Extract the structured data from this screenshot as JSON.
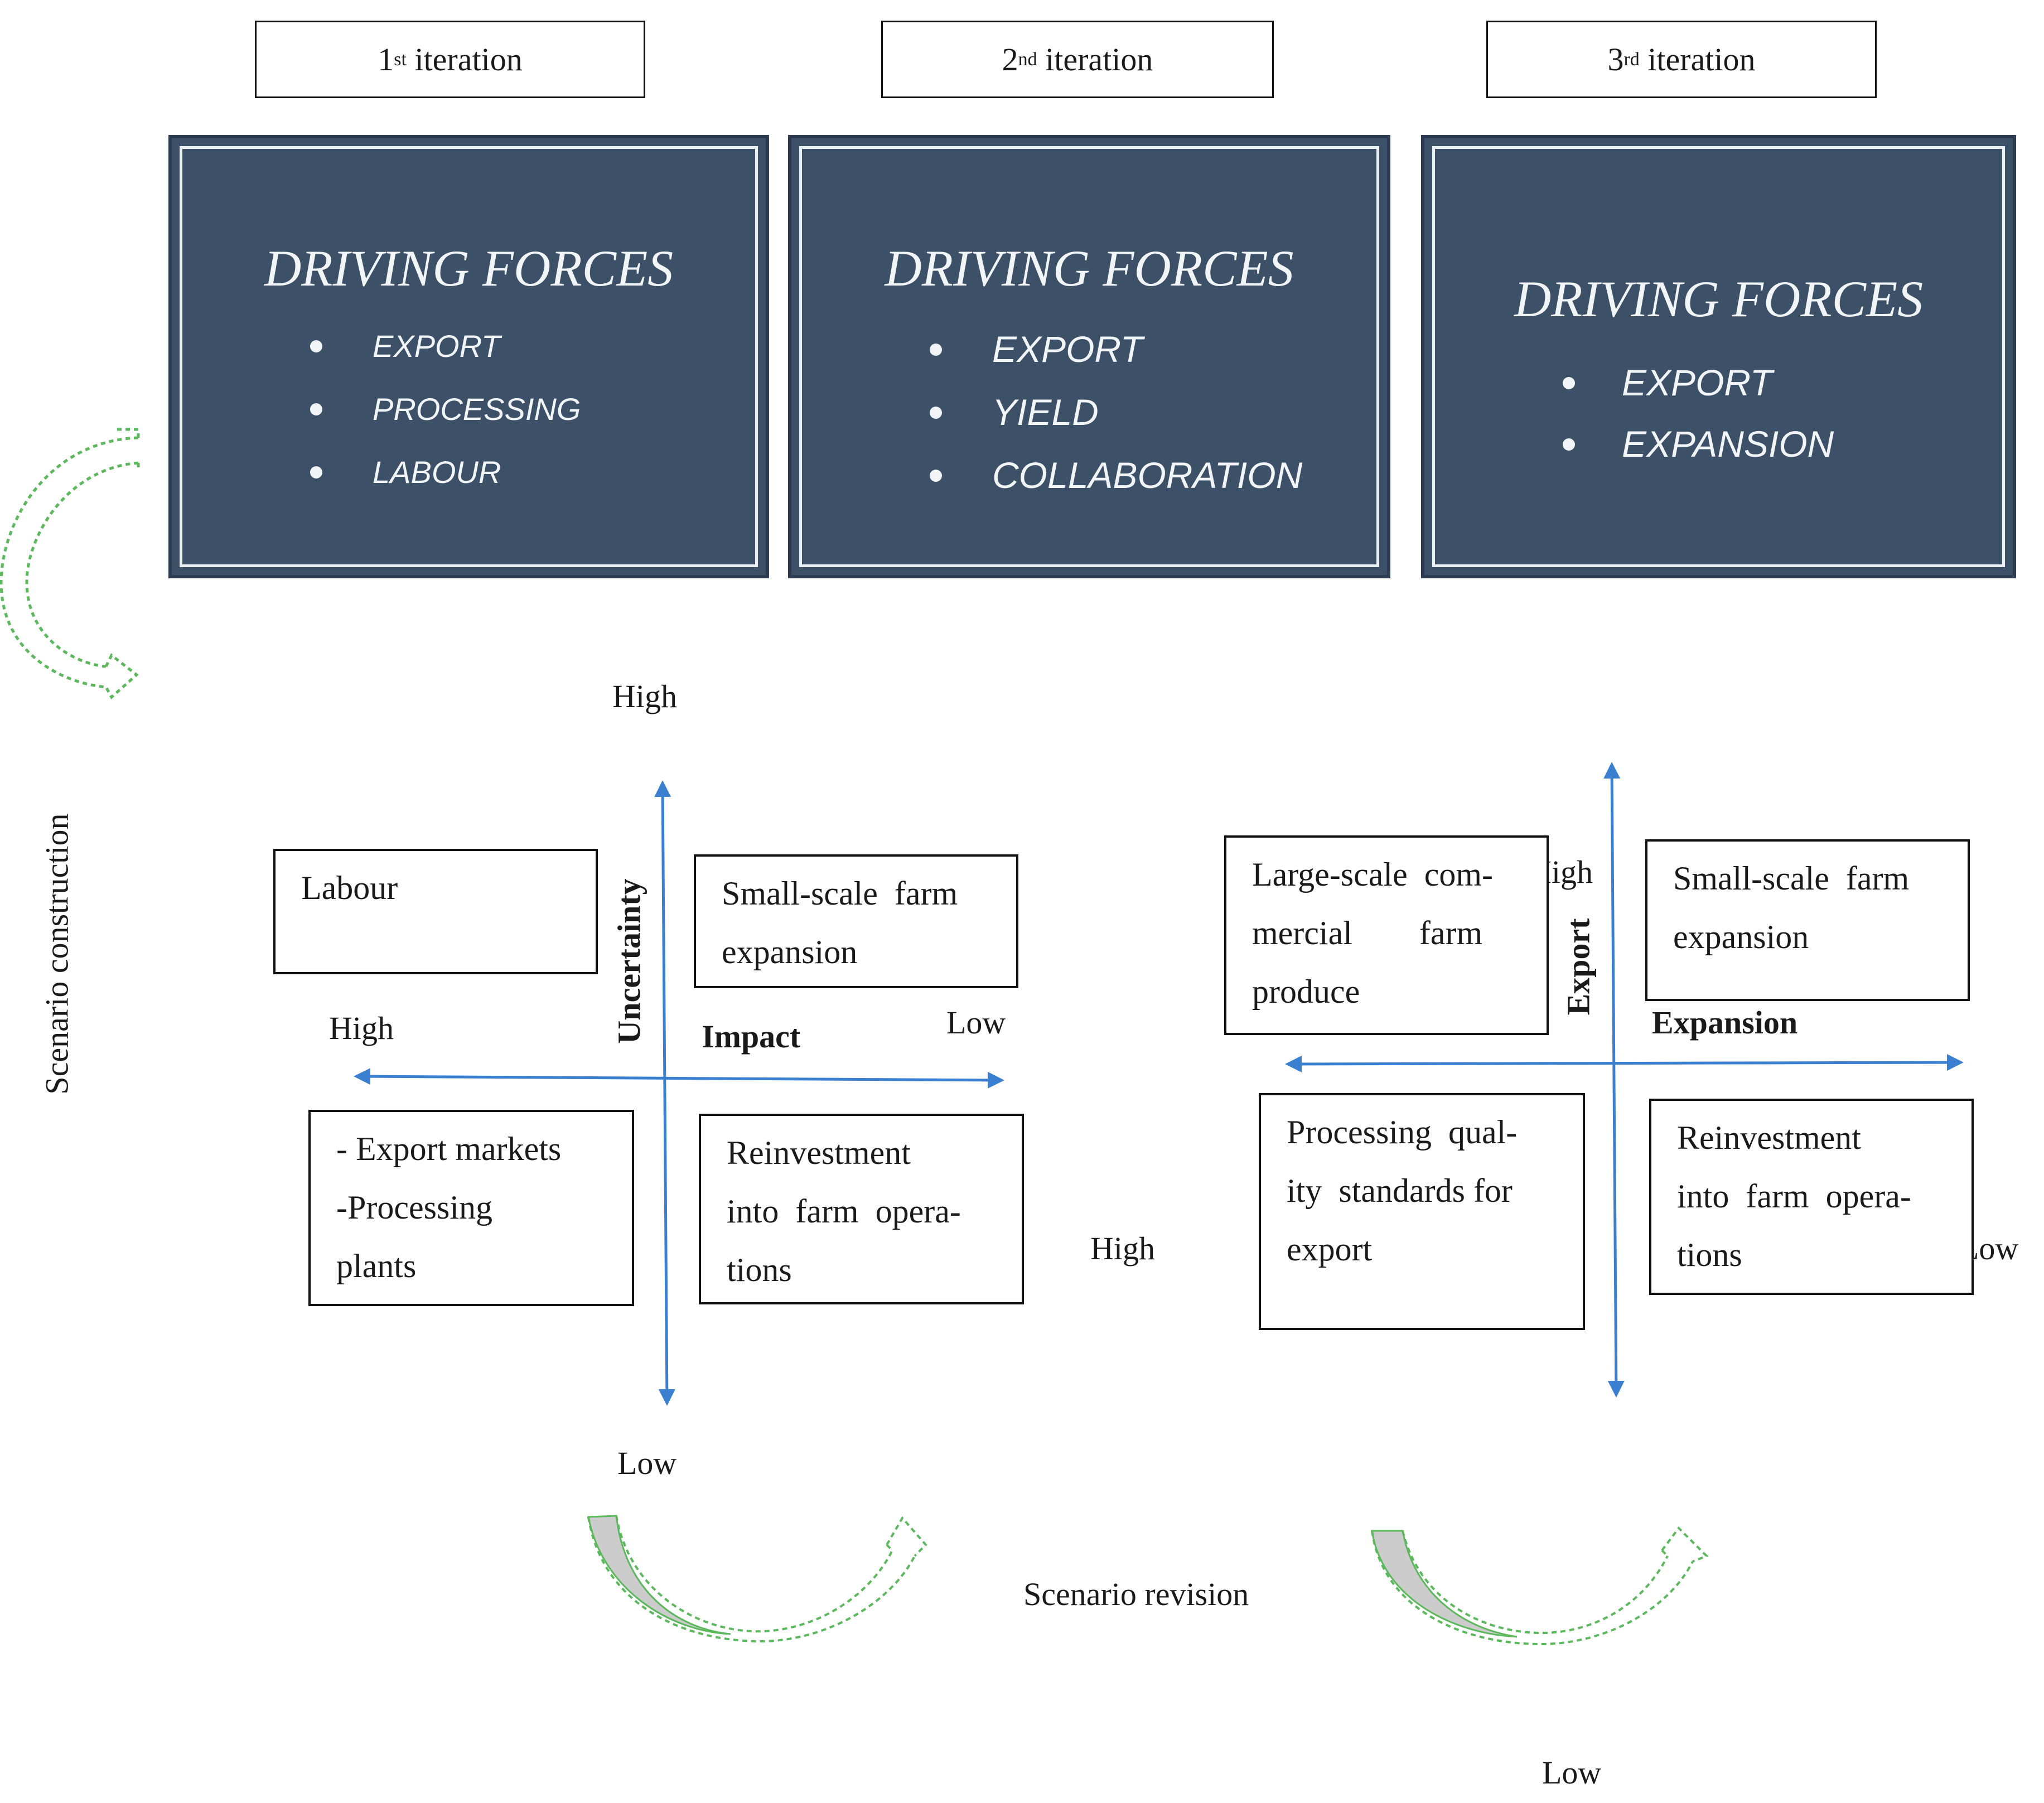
{
  "iterations": [
    {
      "num": "1",
      "suffix": "st",
      "word": "iteration"
    },
    {
      "num": "2",
      "suffix": "nd",
      "word": "iteration"
    },
    {
      "num": "3",
      "suffix": "rd",
      "word": "iteration"
    }
  ],
  "panels": [
    {
      "title": "DRIVING FORCES",
      "items": [
        "EXPORT",
        "PROCESSING",
        "LABOUR"
      ]
    },
    {
      "title": "DRIVING FORCES",
      "items": [
        "EXPORT",
        "YIELD",
        "COLLABORATION"
      ]
    },
    {
      "title": "DRIVING FORCES",
      "items": [
        "EXPORT",
        "EXPANSION"
      ]
    }
  ],
  "side_label": "Scenario construction",
  "revision_label": "Scenario revision",
  "matrix1": {
    "y_high": "High",
    "y_low": "Low",
    "y_axis": "Uncertainty",
    "x_axis": "Impact",
    "x_high": "High",
    "x_low": "Low",
    "top_left": [
      "Labour"
    ],
    "top_right": [
      "Small-scale  farm",
      "expansion"
    ],
    "bottom_left": [
      "- Export markets",
      "-Processing",
      "plants"
    ],
    "bottom_right": [
      "Reinvestment",
      "into  farm  opera-",
      "tions"
    ]
  },
  "matrix2": {
    "y_high": "High",
    "y_low": "Low",
    "y_axis": "Export",
    "x_axis": "Expansion",
    "x_high": "High",
    "x_low": "Low",
    "top_left": [
      "Large-scale  com-",
      "mercial        farm",
      "produce"
    ],
    "top_right": [
      "Small-scale  farm",
      "expansion"
    ],
    "bottom_left": [
      "Processing  qual-",
      "ity  standards for",
      "export"
    ],
    "bottom_right": [
      "Reinvestment",
      "into  farm  opera-",
      "tions"
    ]
  },
  "colors": {
    "panel_fill": "#3c5068",
    "panel_border": "#e9eef3",
    "axis_arrow": "#3a7fd0",
    "flow_arrow": "#5cb85c",
    "curved_fill": "#cccccc"
  }
}
